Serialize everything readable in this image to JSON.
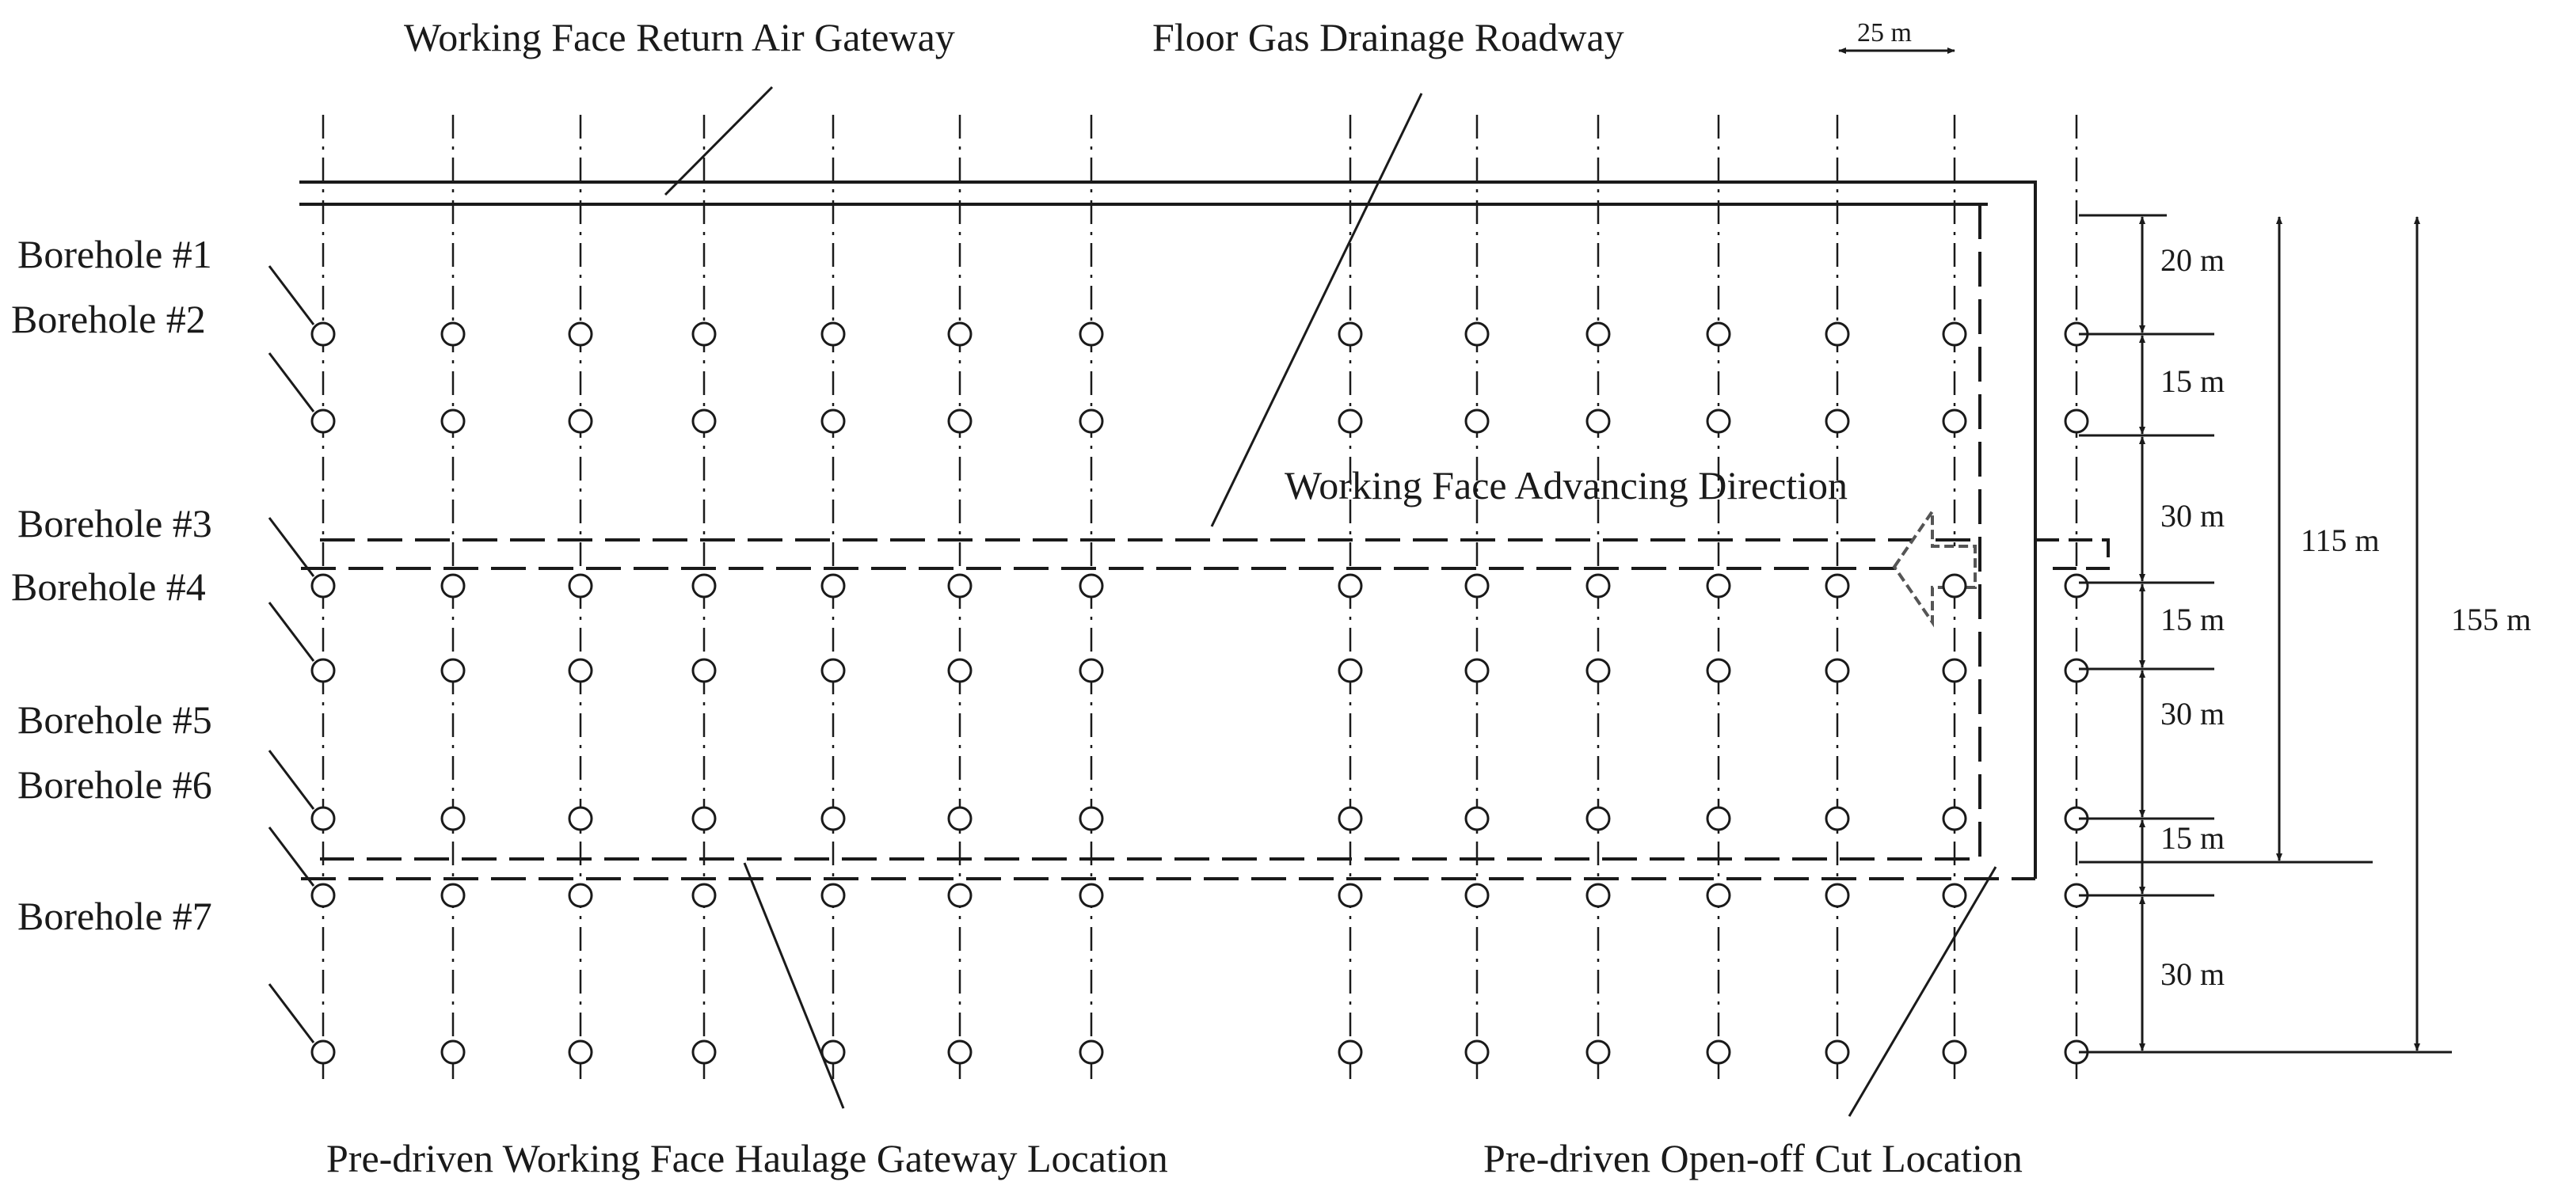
{
  "labels": {
    "return_air_gateway": "Working Face Return Air Gateway",
    "floor_gas_roadway": "Floor Gas Drainage Roadway",
    "advancing_direction": "Working Face Advancing Direction",
    "haulage_gateway": "Pre-driven Working Face Haulage Gateway Location",
    "open_off_cut": "Pre-driven Open-off Cut Location"
  },
  "boreholes": [
    "Borehole #1",
    "Borehole #2",
    "Borehole #3",
    "Borehole #4",
    "Borehole #5",
    "Borehole #6",
    "Borehole #7"
  ],
  "dimensions": {
    "column_spacing": "25 m",
    "row_spacings": [
      "20 m",
      "15 m",
      "30 m",
      "15 m",
      "30 m",
      "15 m",
      "30 m"
    ],
    "span_115": "115 m",
    "span_155": "155 m"
  },
  "layout": {
    "borehole_columns": 14,
    "borehole_rows": 7,
    "hole_symbol": "circle-outline",
    "axis_style": "dash-dot",
    "gateway_style": "dashed"
  }
}
